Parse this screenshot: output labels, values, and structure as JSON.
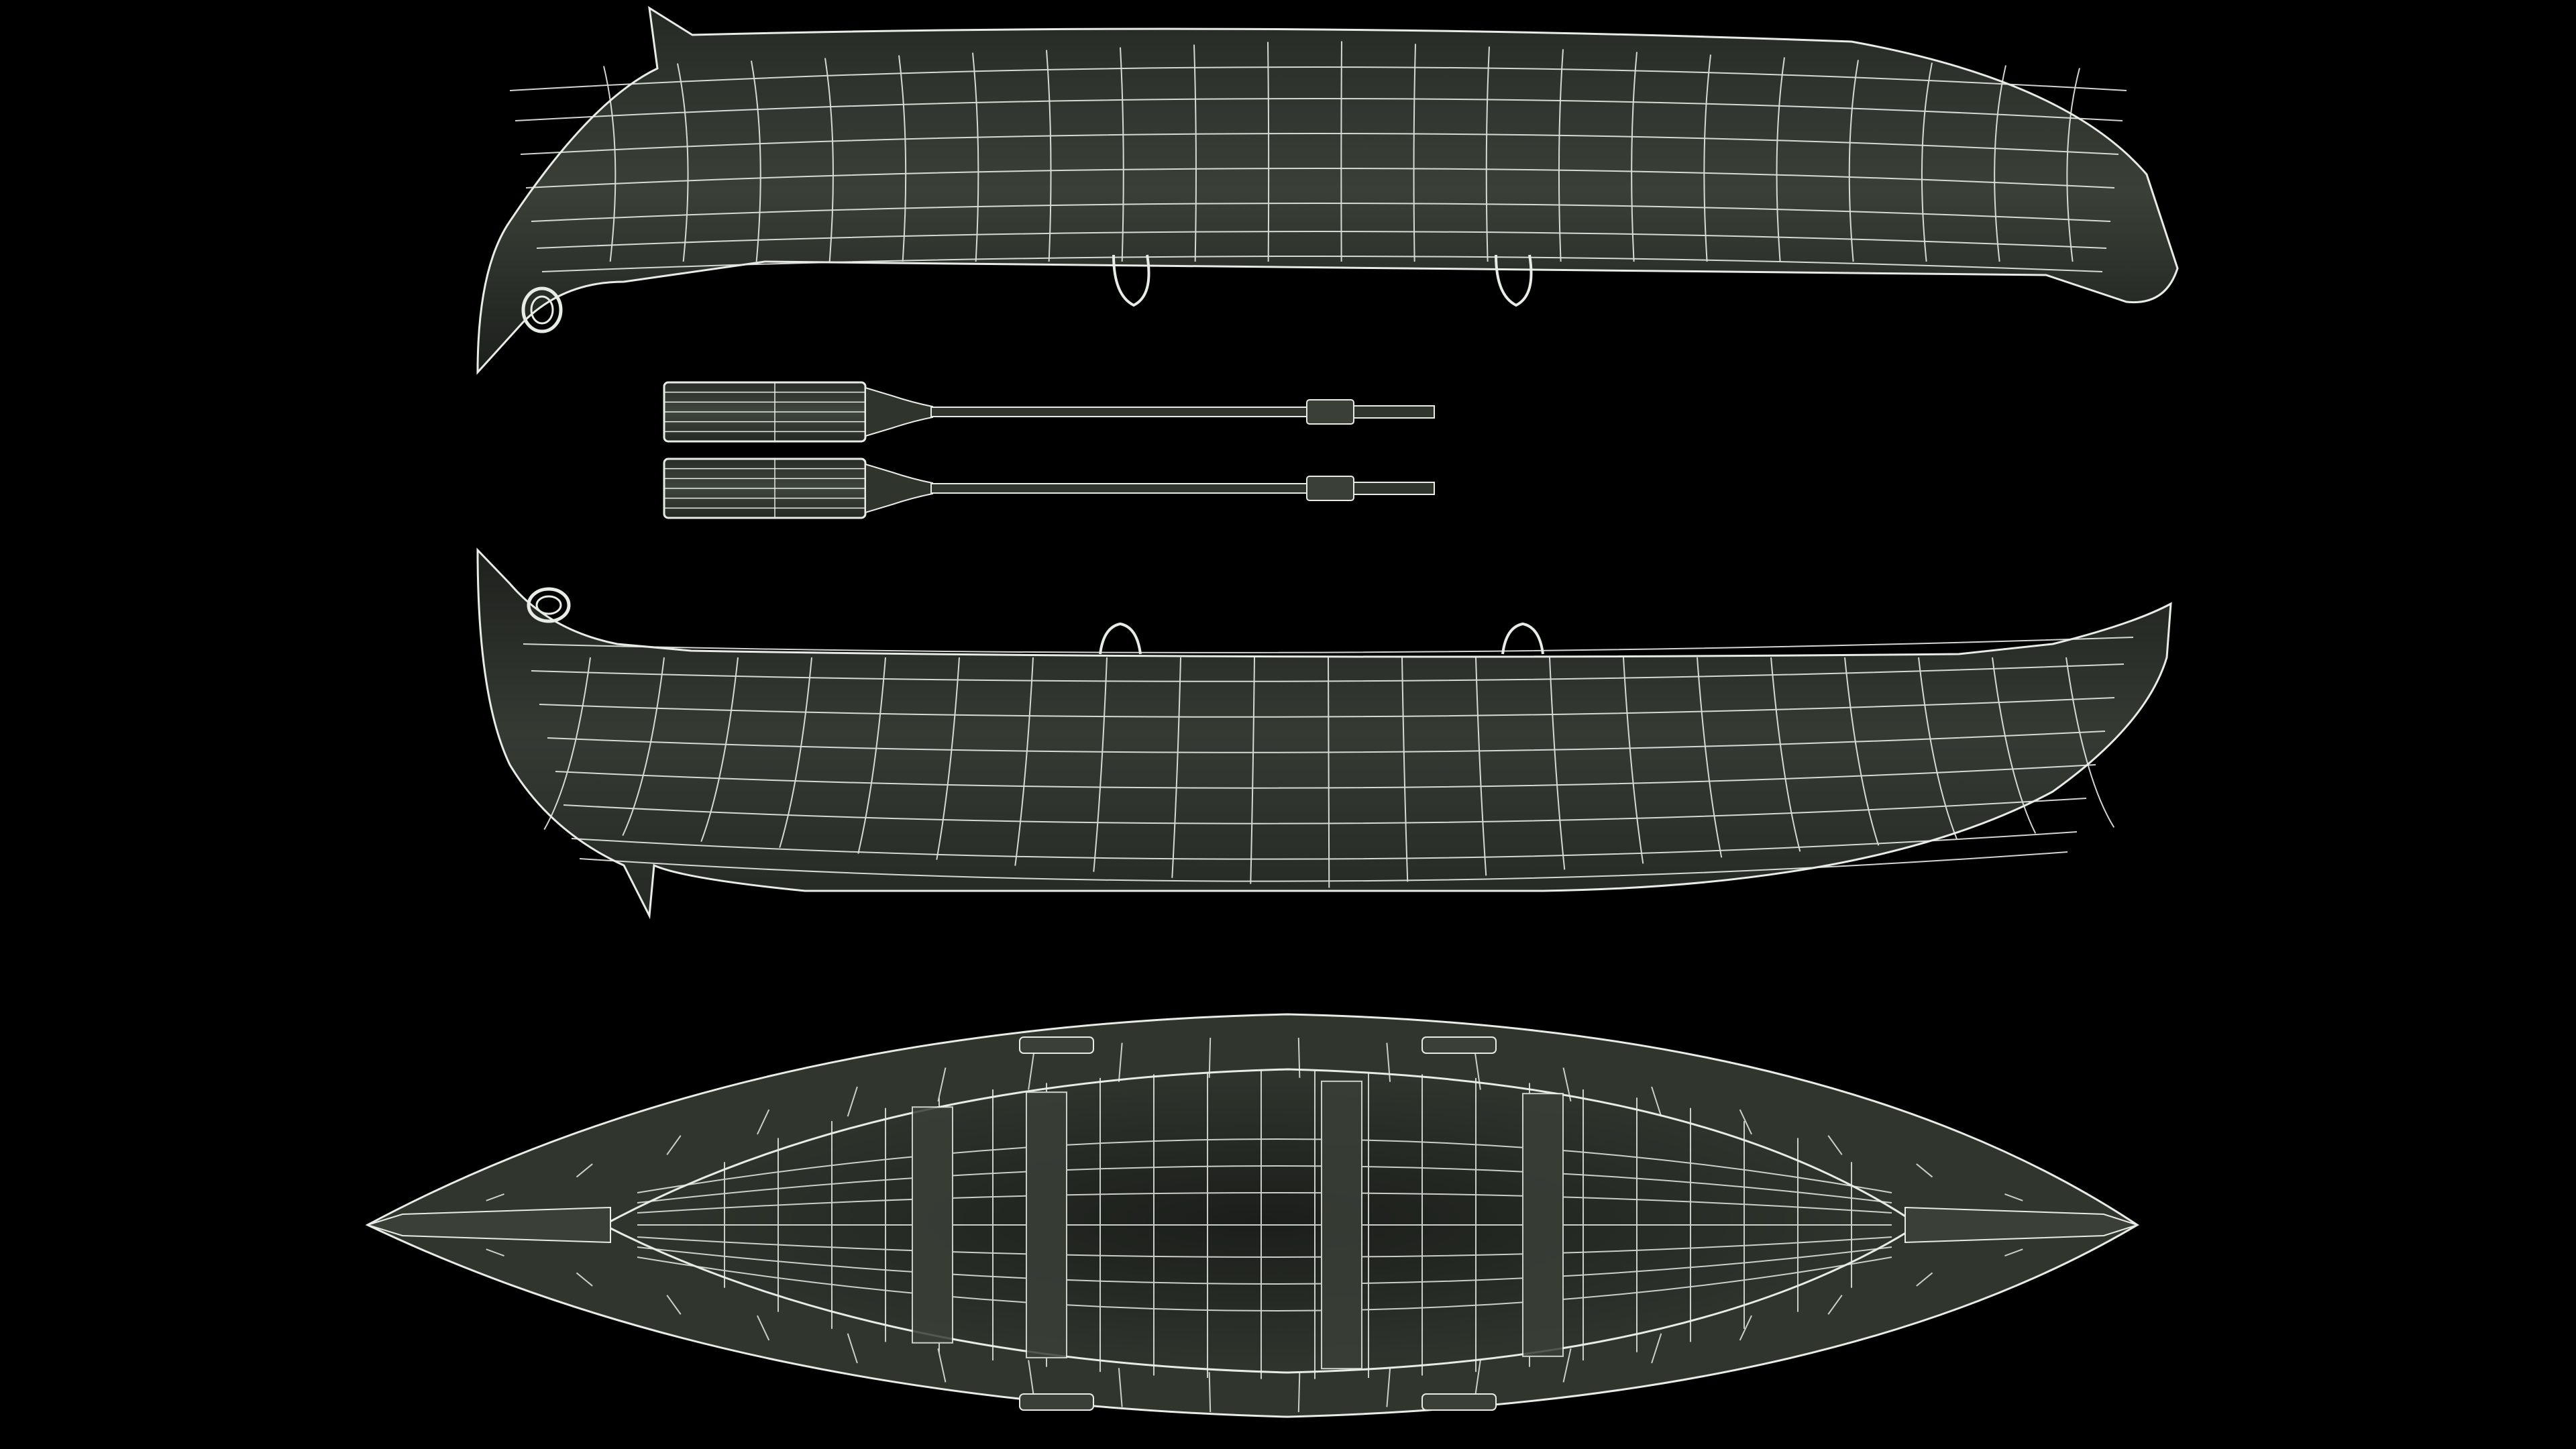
{
  "colors": {
    "background": "#000000",
    "hull_fill": "#2c302b",
    "hull_fill_dark": "#1d201c",
    "hull_fill_light": "#3a4038",
    "wire": "#e8ece6",
    "wire_dim": "#9aa096"
  },
  "views": [
    {
      "id": "hull-upside-down-side-view",
      "description_icon": "canoe-icon"
    },
    {
      "id": "paddle-upper",
      "description_icon": "paddle-icon"
    },
    {
      "id": "paddle-lower",
      "description_icon": "paddle-icon"
    },
    {
      "id": "hull-upright-side-view",
      "description_icon": "canoe-icon"
    },
    {
      "id": "hull-top-plan-view",
      "description_icon": "canoe-icon"
    }
  ]
}
